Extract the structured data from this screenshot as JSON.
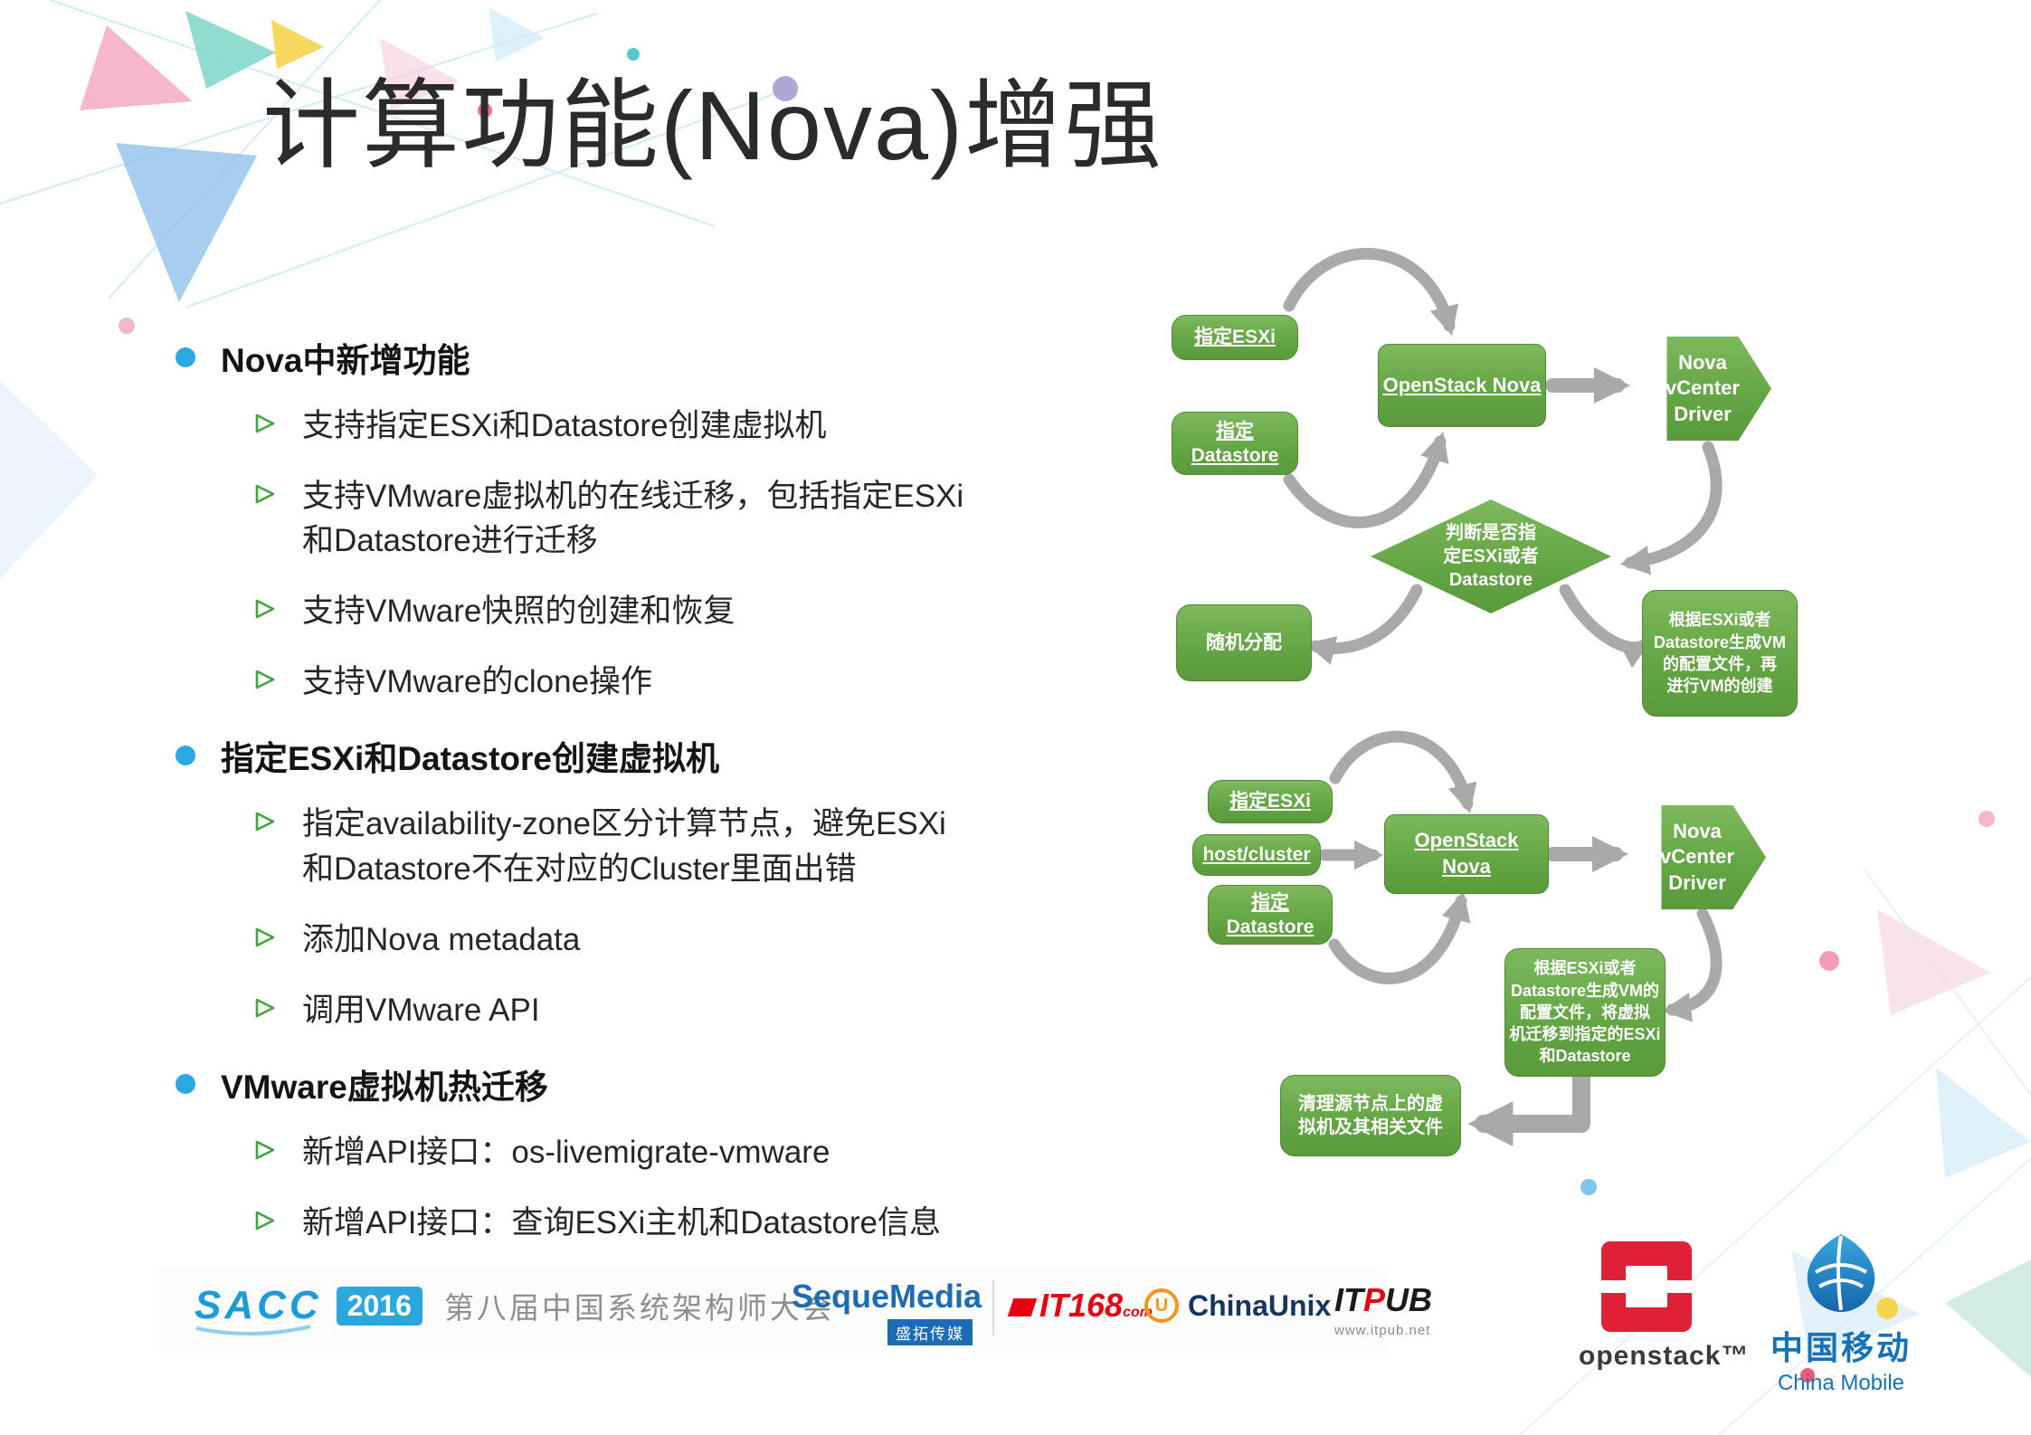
{
  "slide": {
    "title": "计算功能(Nova)增强"
  },
  "bullets": [
    {
      "heading": "Nova中新增功能",
      "items": [
        "支持指定ESXi和Datastore创建虚拟机",
        "支持VMware虚拟机的在线迁移，包括指定ESXi\n和Datastore进行迁移",
        "支持VMware快照的创建和恢复",
        "支持VMware的clone操作"
      ]
    },
    {
      "heading": "指定ESXi和Datastore创建虚拟机",
      "items": [
        "指定availability-zone区分计算节点，避免ESXi\n和Datastore不在对应的Cluster里面出错",
        "添加Nova metadata",
        "调用VMware API"
      ]
    },
    {
      "heading": "VMware虚拟机热迁移",
      "items": [
        "新增API接口：os-livemigrate-vmware",
        "新增API接口：查询ESXi主机和Datastore信息"
      ]
    }
  ],
  "diagram1": {
    "esxi": "指定ESXi",
    "datastore": "指定\nDatastore",
    "nova": "OpenStack Nova",
    "driver": "Nova\nvCenter\nDriver",
    "decision": "判断是否指\n定ESXi或者\nDatastore",
    "random": "随机分配",
    "create": "根据ESXi或者\nDatastore生成VM\n的配置文件，再\n进行VM的创建"
  },
  "diagram2": {
    "esxi": "指定ESXi",
    "host": "host/cluster",
    "datastore": "指定\nDatastore",
    "nova": "OpenStack Nova",
    "driver": "Nova\nvCenter\nDriver",
    "migrate": "根据ESXi或者\nDatastore生成VM的\n配置文件，将虚拟\n机迁移到指定的ESXi\n和Datastore",
    "cleanup": "清理源节点上的虚\n拟机及其相关文件"
  },
  "footer": {
    "sacc": "SACC",
    "year": "2016",
    "conference": "第八届中国系统架构师大会",
    "sequemedia": "SequeMedia",
    "sequemedia_sub": "盛拓传媒",
    "it168": "IT168",
    "it168_com": "com",
    "chinaunix_u": "U",
    "chinaunix": "ChinaUnix",
    "itpub_it": "IT",
    "itpub_p": "P",
    "itpub_ub": "UB",
    "itpub_url": "www.itpub.net",
    "openstack": "openstack™",
    "cmcc_cn": "中国移动",
    "cmcc_en": "China Mobile"
  },
  "colors": {
    "node_green": "#63a443",
    "arrow_gray": "#a9a9a9",
    "bullet_blue": "#29a8e1",
    "sub_arrow_green": "#43a33f"
  }
}
